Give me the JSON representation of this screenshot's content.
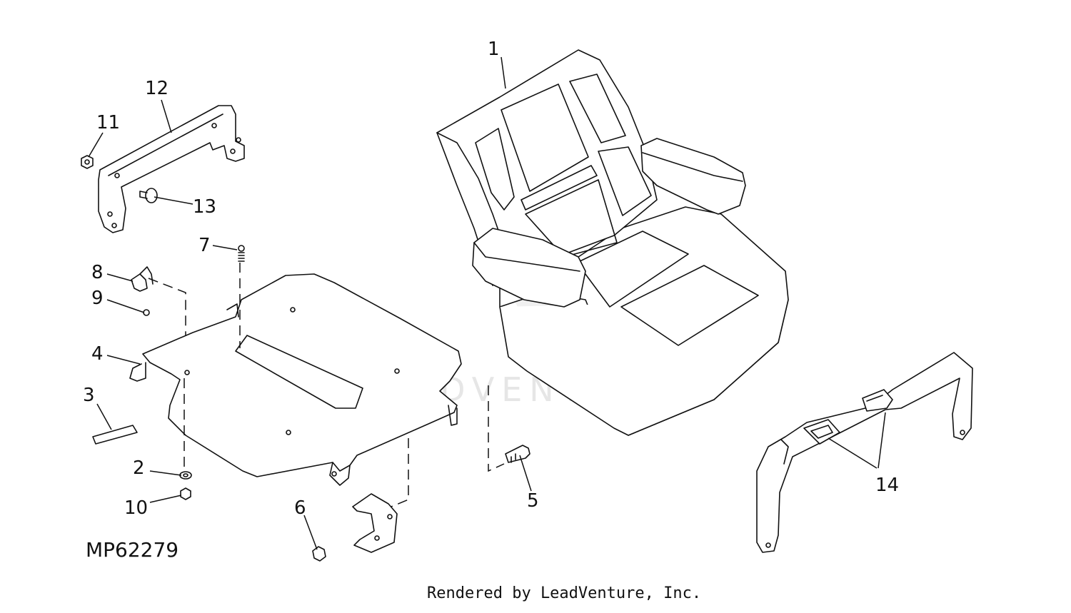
{
  "diagram": {
    "id_label": "MP62279",
    "credit": "Rendered by LeadVenture, Inc.",
    "watermark": "LEADVENTURE",
    "callouts": {
      "c1": "1",
      "c2": "2",
      "c3": "3",
      "c4": "4",
      "c5": "5",
      "c6": "6",
      "c7": "7",
      "c8": "8",
      "c9": "9",
      "c10": "10",
      "c11": "11",
      "c12": "12",
      "c13": "13",
      "c14": "14"
    }
  }
}
